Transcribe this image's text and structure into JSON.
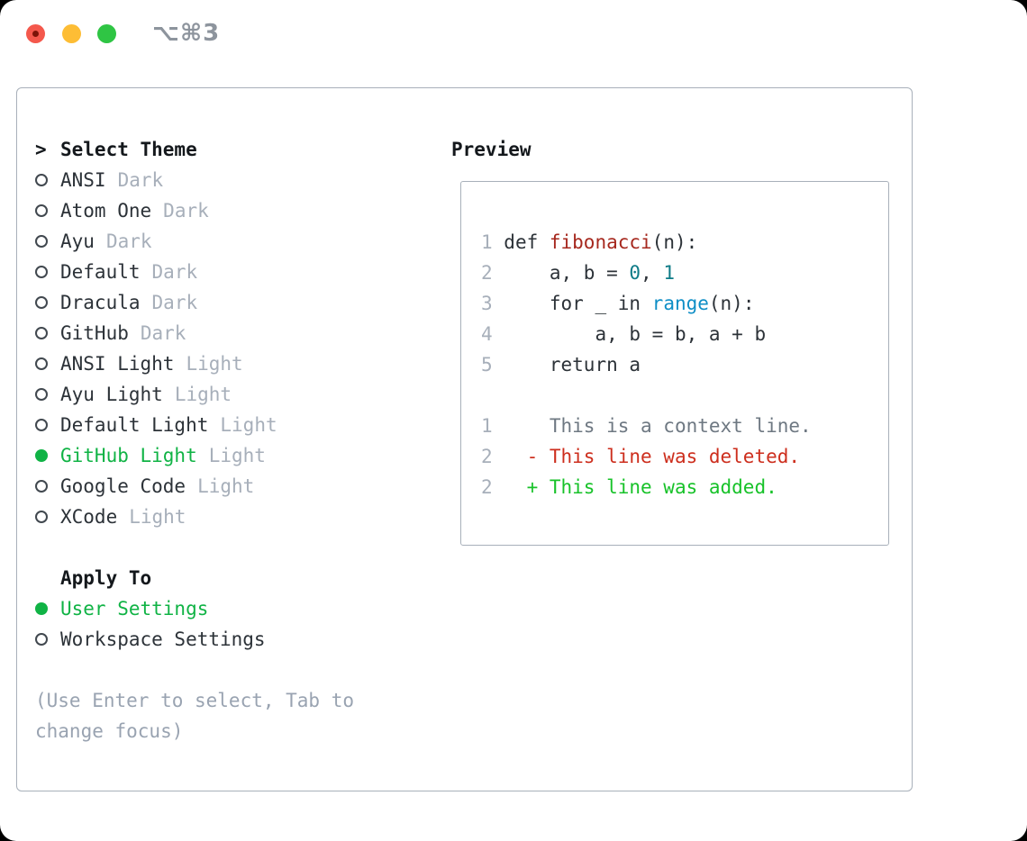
{
  "window": {
    "titlebar": {
      "shortcut": "⌥⌘3",
      "traffic_lights": [
        "close",
        "minimize",
        "zoom"
      ]
    }
  },
  "colors": {
    "accent_green": "#10b345",
    "added_green": "#17c229",
    "deleted_red": "#cd2e1d",
    "function_red": "#a6281e",
    "number_teal": "#0e7b87",
    "builtin_blue": "#0e8ec6",
    "text_dark": "#2c3238",
    "muted_gray": "#a7afba",
    "hint_gray": "#99a3b1",
    "context_gray": "#6e7882",
    "border_gray": "#a8b0ba",
    "traffic_red": "#f4584c",
    "traffic_yellow": "#fdbd35",
    "traffic_green": "#2fc544"
  },
  "theme_panel": {
    "header": {
      "prefix": ">",
      "label": "Select Theme"
    },
    "themes": [
      {
        "name": "ANSI",
        "tag": "Dark",
        "selected": false
      },
      {
        "name": "Atom One",
        "tag": "Dark",
        "selected": false
      },
      {
        "name": "Ayu",
        "tag": "Dark",
        "selected": false
      },
      {
        "name": "Default",
        "tag": "Dark",
        "selected": false
      },
      {
        "name": "Dracula",
        "tag": "Dark",
        "selected": false
      },
      {
        "name": "GitHub",
        "tag": "Dark",
        "selected": false
      },
      {
        "name": "ANSI Light",
        "tag": "Light",
        "selected": false
      },
      {
        "name": "Ayu Light",
        "tag": "Light",
        "selected": false
      },
      {
        "name": "Default Light",
        "tag": "Light",
        "selected": false
      },
      {
        "name": "GitHub Light",
        "tag": "Light",
        "selected": true
      },
      {
        "name": "Google Code",
        "tag": "Light",
        "selected": false
      },
      {
        "name": "XCode",
        "tag": "Light",
        "selected": false
      }
    ],
    "apply_to": {
      "label": "Apply To",
      "options": [
        {
          "name": "User Settings",
          "selected": true
        },
        {
          "name": "Workspace Settings",
          "selected": false
        }
      ]
    },
    "hint": "(Use Enter to select, Tab to change focus)"
  },
  "preview": {
    "label": "Preview",
    "code_lines": [
      {
        "num": "1",
        "tokens": [
          {
            "text": "def ",
            "style": "plain"
          },
          {
            "text": "fibonacci",
            "style": "function"
          },
          {
            "text": "(n):",
            "style": "plain"
          }
        ]
      },
      {
        "num": "2",
        "tokens": [
          {
            "text": "    a, b = ",
            "style": "plain"
          },
          {
            "text": "0",
            "style": "number"
          },
          {
            "text": ", ",
            "style": "plain"
          },
          {
            "text": "1",
            "style": "number"
          }
        ]
      },
      {
        "num": "3",
        "tokens": [
          {
            "text": "    for _ in ",
            "style": "plain"
          },
          {
            "text": "range",
            "style": "builtin"
          },
          {
            "text": "(n):",
            "style": "plain"
          }
        ]
      },
      {
        "num": "4",
        "tokens": [
          {
            "text": "        a, b = b, a + b",
            "style": "plain"
          }
        ]
      },
      {
        "num": "5",
        "tokens": [
          {
            "text": "    return a",
            "style": "plain"
          }
        ]
      },
      {
        "num": "",
        "tokens": []
      },
      {
        "num": "1",
        "tokens": [
          {
            "text": "    This is a context line.",
            "style": "context"
          }
        ]
      },
      {
        "num": "2",
        "tokens": [
          {
            "text": "  - This line was deleted.",
            "style": "deleted"
          }
        ]
      },
      {
        "num": "2",
        "tokens": [
          {
            "text": "  + This line was added.",
            "style": "added"
          }
        ]
      }
    ]
  }
}
